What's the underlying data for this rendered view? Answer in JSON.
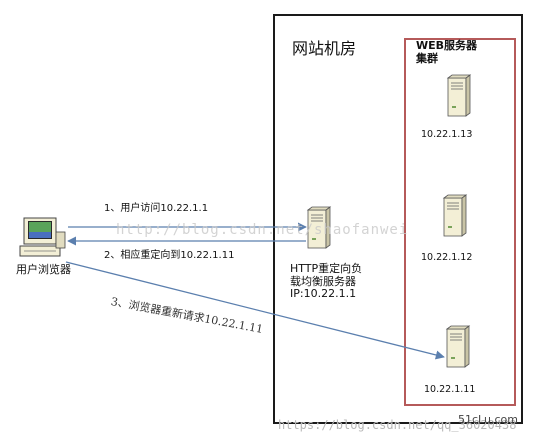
{
  "room": {
    "title": "网站机房"
  },
  "cluster": {
    "title_line1": "WEB服务器",
    "title_line2": "集群",
    "servers": [
      {
        "ip": "10.22.1.13"
      },
      {
        "ip": "10.22.1.12"
      },
      {
        "ip": "10.22.1.11"
      }
    ]
  },
  "load_balancer": {
    "line1": "HTTP重定向负",
    "line2": "载均衡服务器",
    "line3": "IP:10.22.1.1"
  },
  "client": {
    "label": "用户浏览器"
  },
  "steps": {
    "step1": "1、用户访问10.22.1.1",
    "step2": "2、相应重定向到10.22.1.11",
    "step3": "3、浏览器重新请求10.22.1.11"
  },
  "watermarks": {
    "center": "http://blog.csdn.net/shaofanwei",
    "bottom": "https://blog.csdn.net/qq_36020438",
    "logo": "51cLu.com"
  },
  "colors": {
    "cluster_border": "#b55a5a",
    "arrow": "#5b7fae",
    "server_body": "#f3efd6"
  },
  "icons": {
    "server": "server-tower-icon",
    "client": "desktop-computer-icon"
  }
}
